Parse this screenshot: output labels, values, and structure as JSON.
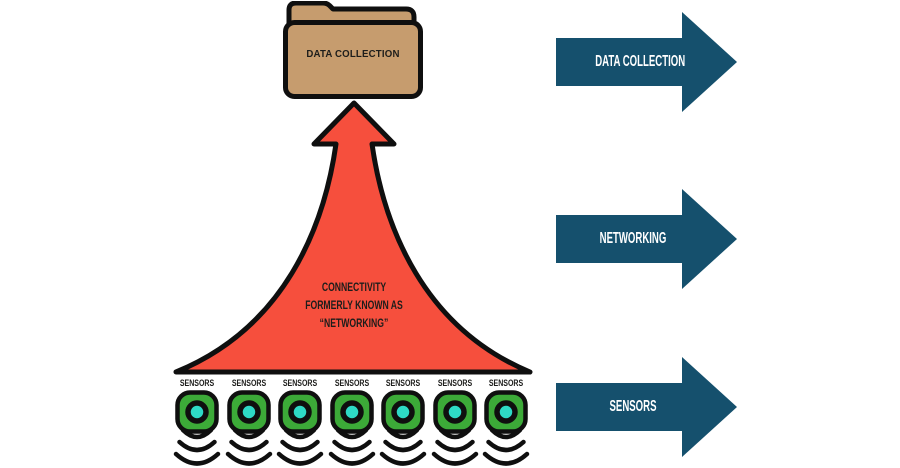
{
  "colors": {
    "background": "#ffffff",
    "outline": "#0f0f0f",
    "folder-tan": "#c69c6e",
    "funnel-red": "#f64f3d",
    "arrow-blue": "#15506d",
    "sensor-green": "#3caa38",
    "sensor-teal": "#2edac6",
    "label-dark": "#1d1d1b",
    "label-light": "#ffffff"
  },
  "folder": {
    "icon": "folder-icon",
    "label": "DATA COLLECTION"
  },
  "funnel": {
    "icon": "up-arrow-funnel-icon",
    "lines": [
      "CONNECTIVITY",
      "FORMERLY KNOWN AS",
      "“NETWORKING”"
    ]
  },
  "sensors": {
    "icon": "radio-sensor-icon",
    "waves_icon": "signal-waves-icon",
    "items": [
      {
        "label": "SENSORS"
      },
      {
        "label": "SENSORS"
      },
      {
        "label": "SENSORS"
      },
      {
        "label": "SENSORS"
      },
      {
        "label": "SENSORS"
      },
      {
        "label": "SENSORS"
      },
      {
        "label": "SENSORS"
      }
    ]
  },
  "stages": {
    "icon": "right-arrow-icon",
    "items": [
      {
        "label": "DATA COLLECTION"
      },
      {
        "label": "NETWORKING"
      },
      {
        "label": "SENSORS"
      }
    ]
  }
}
